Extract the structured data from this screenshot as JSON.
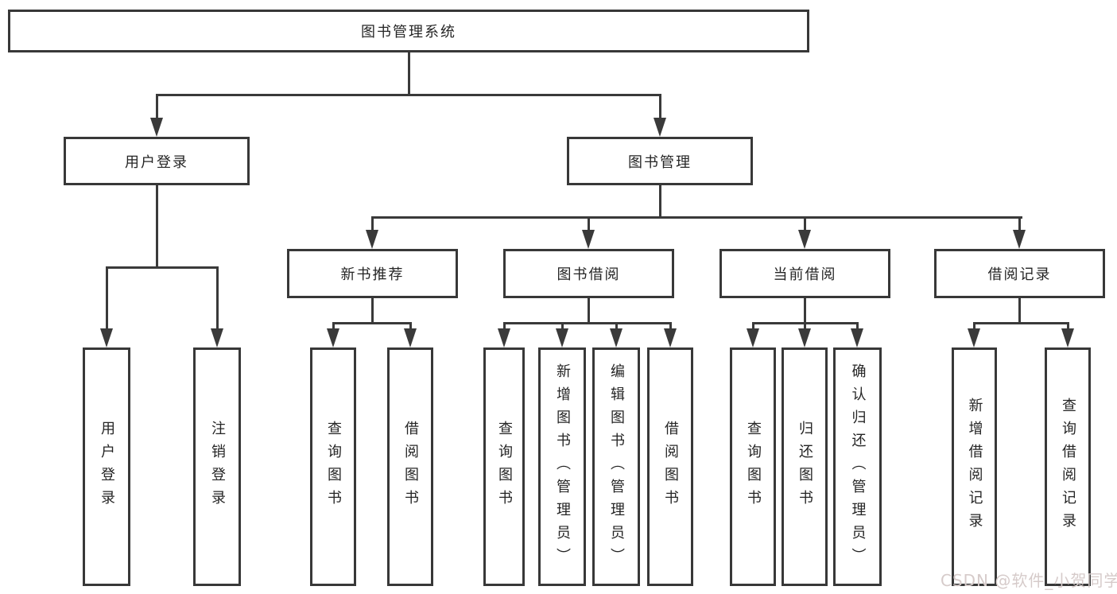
{
  "root": {
    "label": "图书管理系统"
  },
  "branches": [
    {
      "label": "用户登录",
      "leaves": [
        {
          "label": "用户登录"
        },
        {
          "label": "注销登录"
        }
      ]
    },
    {
      "label": "图书管理",
      "groups": [
        {
          "label": "新书推荐",
          "leaves": [
            {
              "label": "查询图书"
            },
            {
              "label": "借阅图书"
            }
          ]
        },
        {
          "label": "图书借阅",
          "leaves": [
            {
              "label": "查询图书"
            },
            {
              "label": "新增图书（管理员）"
            },
            {
              "label": "编辑图书（管理员）"
            },
            {
              "label": "借阅图书"
            }
          ]
        },
        {
          "label": "当前借阅",
          "leaves": [
            {
              "label": "查询图书"
            },
            {
              "label": "归还图书"
            },
            {
              "label": "确认归还（管理员）"
            }
          ]
        },
        {
          "label": "借阅记录",
          "leaves": [
            {
              "label": "新增借阅记录"
            },
            {
              "label": "查询借阅记录"
            }
          ]
        }
      ]
    }
  ],
  "watermark": "CSDN @软件_小贺同学",
  "colors": {
    "line": "#3a3a3a",
    "text": "#252525",
    "background": "#ffffff",
    "watermark": "#d6cbca"
  }
}
